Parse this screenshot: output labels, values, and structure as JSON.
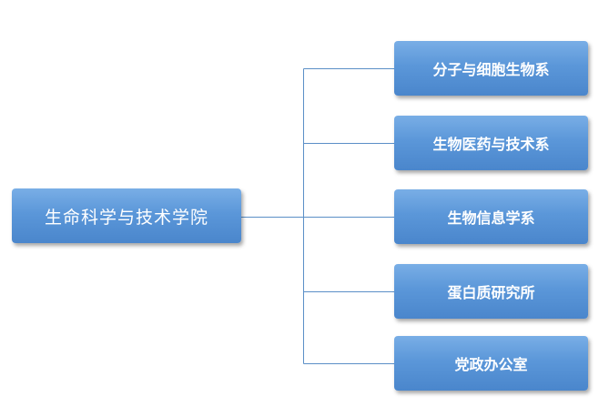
{
  "diagram": {
    "root": {
      "label": "生命科学与技术学院"
    },
    "children": [
      {
        "label": "分子与细胞生物系"
      },
      {
        "label": "生物医药与技术系"
      },
      {
        "label": "生物信息学系"
      },
      {
        "label": "蛋白质研究所"
      },
      {
        "label": "党政办公室"
      }
    ],
    "colors": {
      "node_top": "#79aee6",
      "node_bottom": "#4a86cc",
      "connector": "#5b8fc7",
      "text": "#ffffff"
    }
  }
}
